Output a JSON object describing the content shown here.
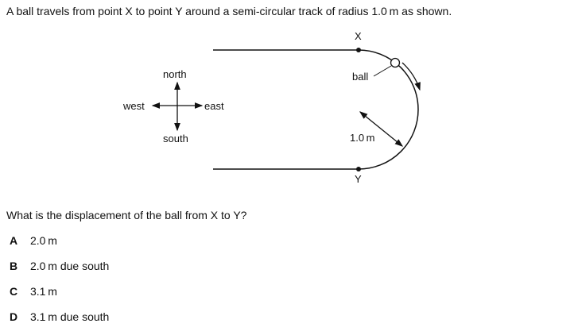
{
  "question": "A ball travels from point X to point Y around a semi-circular track of radius 1.0 m as shown.",
  "diagram": {
    "x": "X",
    "y": "Y",
    "ball": "ball",
    "radius": "1.0 m",
    "north": "north",
    "south": "south",
    "east": "east",
    "west": "west"
  },
  "prompt": "What is the displacement of the ball from X to Y?",
  "options": [
    {
      "letter": "A",
      "text": "2.0 m"
    },
    {
      "letter": "B",
      "text": "2.0 m due south"
    },
    {
      "letter": "C",
      "text": "3.1 m"
    },
    {
      "letter": "D",
      "text": "3.1 m due south"
    }
  ]
}
